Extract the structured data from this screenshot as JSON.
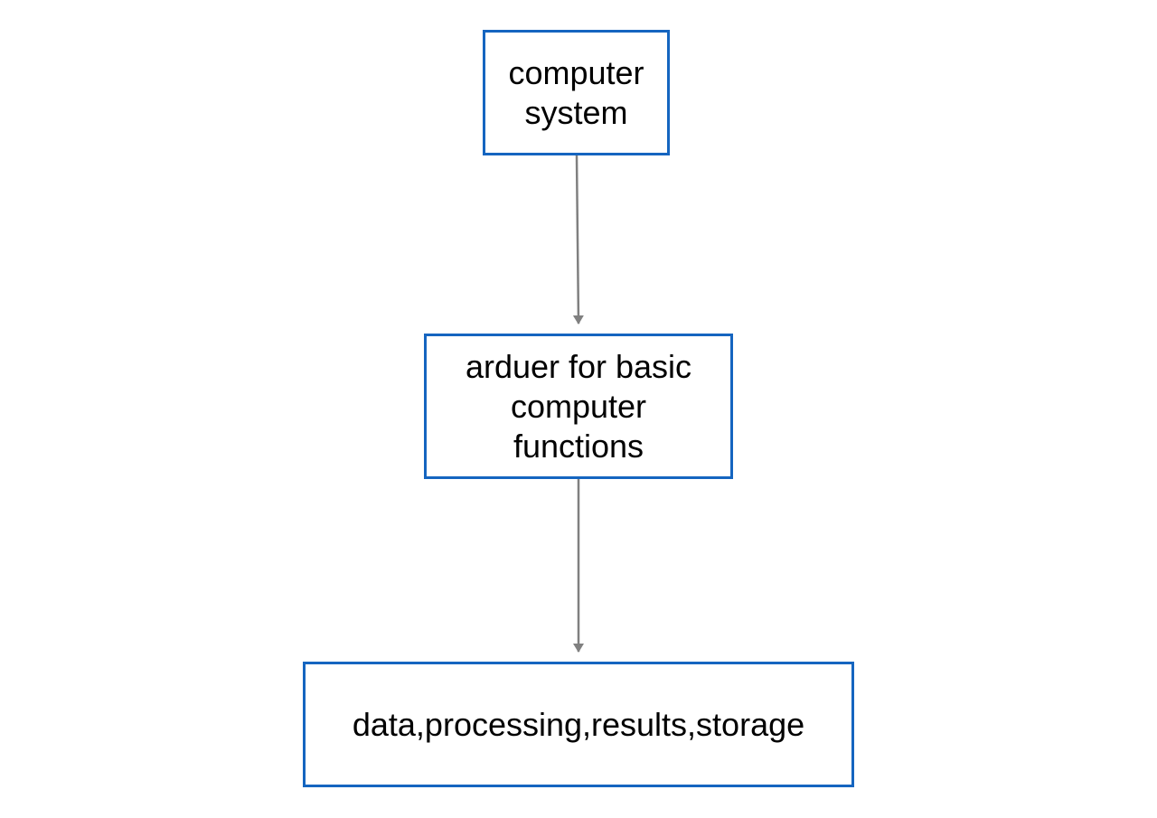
{
  "diagram": {
    "type": "flowchart",
    "colors": {
      "node_border": "#1565c0",
      "edge": "#808080",
      "background": "#ffffff"
    },
    "nodes": [
      {
        "id": "n1",
        "label": "computer\nsystem"
      },
      {
        "id": "n2",
        "label": "arduer for basic\ncomputer\nfunctions"
      },
      {
        "id": "n3",
        "label": "data,processing,results,storage"
      }
    ],
    "edges": [
      {
        "from": "n1",
        "to": "n2"
      },
      {
        "from": "n2",
        "to": "n3"
      }
    ]
  }
}
